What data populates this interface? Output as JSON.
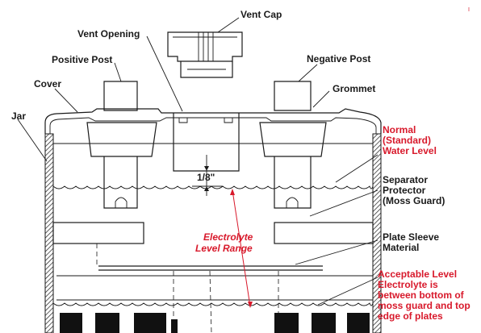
{
  "labels": {
    "vent_cap": "Vent Cap",
    "vent_opening": "Vent Opening",
    "positive_post": "Positive Post",
    "negative_post": "Negative Post",
    "cover": "Cover",
    "grommet": "Grommet",
    "jar": "Jar",
    "normal_level": [
      "Normal",
      "(Standard)",
      "Water Level"
    ],
    "gap": "1/8\"",
    "separator_protector": [
      "Separator",
      "Protector",
      "(Moss Guard)"
    ],
    "electrolyte_range": [
      "Electrolyte",
      "Level Range"
    ],
    "plate_sleeve": [
      "Plate Sleeve",
      "Material"
    ],
    "acceptable_level": [
      "Acceptable Level",
      "Electrolyte is",
      "between bottom of",
      "moss guard and top",
      "edge of plates"
    ],
    "corner_mark": "I"
  },
  "colors": {
    "line": "#1a1a1a",
    "accent_red": "#d8192b",
    "background": "#ffffff"
  }
}
